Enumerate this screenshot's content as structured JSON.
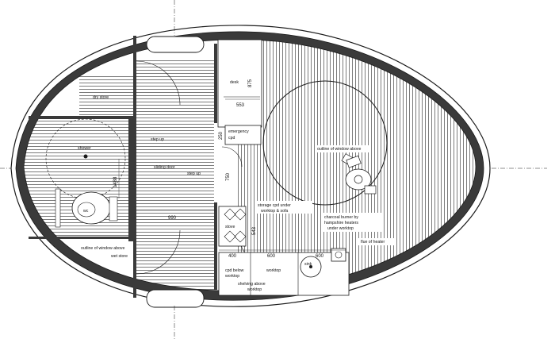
{
  "plan": {
    "rooms": {
      "dry_store": "dry store",
      "shower": "shower",
      "wc": "wc",
      "desk": "desk",
      "emergency_cpd": [
        "emergency",
        "cpd"
      ],
      "stove": "stove",
      "wet_store": "wet store"
    },
    "notes": {
      "step_up_upper": "step up",
      "step_up_lower": "step up",
      "sliding_door": "sliding door",
      "outline_window_above_left": "outline of window above",
      "outline_window_above_right": "outline of window above",
      "storage_cpd": [
        "storage cpd under",
        "worktop & sofa"
      ],
      "charcoal_burner": [
        "charcoal burner by",
        "hampshire heaters",
        "under worktop"
      ],
      "flue_of_heater": "flue of heater",
      "cpd_below_worktop": [
        "cpd below",
        "worktop"
      ],
      "shelving_above_worktop": [
        "shelving above",
        "worktop"
      ],
      "worktop": "worktop",
      "sink": "sink"
    },
    "dimensions": {
      "d875": "875",
      "d553": "553",
      "d250": "250",
      "d750": "750",
      "d1488": "1488",
      "d990": "990",
      "d400": "400",
      "d600a": "600",
      "d600b": "600",
      "d543": "543"
    }
  },
  "colors": {
    "line": "#1a1a1a",
    "wall_fill": "#3a3a3a",
    "background": "#ffffff"
  }
}
